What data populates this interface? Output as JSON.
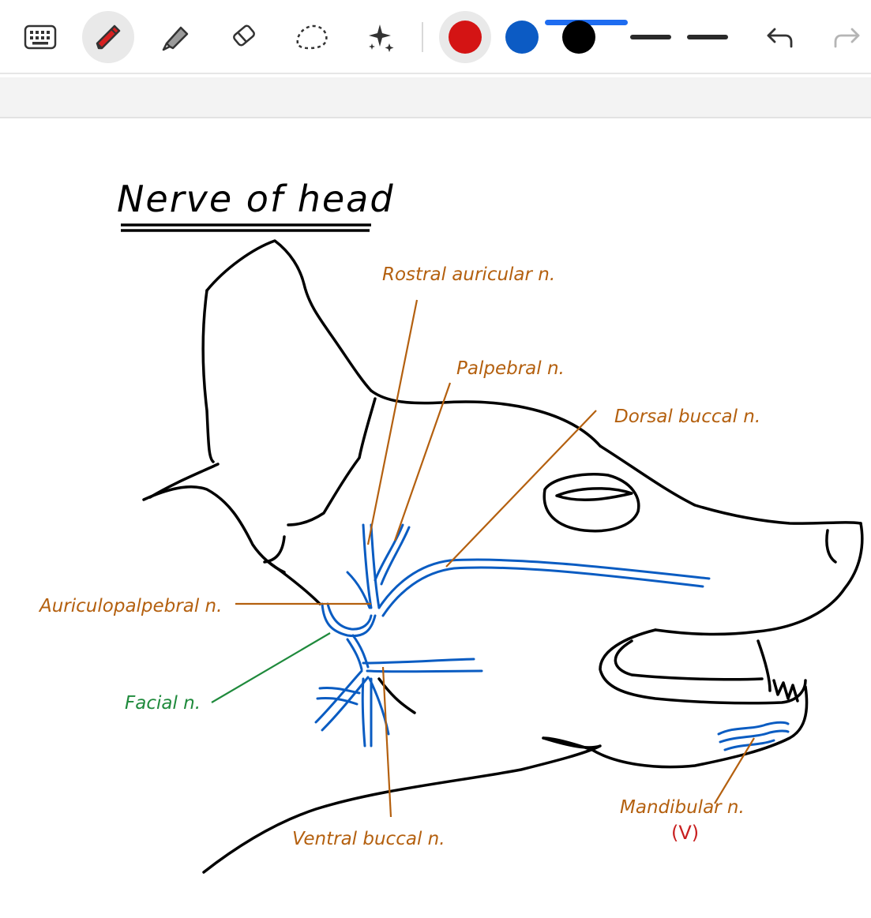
{
  "toolbar": {
    "tools": [
      {
        "name": "keyboard",
        "icon": "keyboard-icon"
      },
      {
        "name": "pen",
        "icon": "pen-icon",
        "active": true,
        "color": "#d62020"
      },
      {
        "name": "highlighter",
        "icon": "highlighter-icon"
      },
      {
        "name": "eraser",
        "icon": "eraser-icon"
      },
      {
        "name": "lasso",
        "icon": "lasso-select-icon"
      },
      {
        "name": "ink-effects",
        "icon": "sparkle-icon"
      }
    ],
    "colors": [
      {
        "name": "red",
        "hex": "#d41414",
        "selected": true
      },
      {
        "name": "blue",
        "hex": "#0c5bc4",
        "selected": false
      },
      {
        "name": "black",
        "hex": "#000000",
        "selected": false
      }
    ],
    "stroke_sizes": [
      "thin",
      "medium"
    ],
    "undo_icon": "undo-icon",
    "redo_icon": "redo-icon",
    "accent": "#1e6cf0"
  },
  "drawing": {
    "title": "Nerve of head",
    "labels": {
      "rostral_auricular": "Rostral auricular n.",
      "palpebral": "Palpebral n.",
      "dorsal_buccal": "Dorsal buccal n.",
      "auriculopalpebral": "Auriculopalpebral n.",
      "facial": "Facial n.",
      "ventral_buccal": "Ventral buccal n.",
      "mandibular": "Mandibular n.",
      "mandibular_sub": "(V)"
    },
    "colors": {
      "outline": "#000000",
      "nerve": "#0a5cc2",
      "label": "#b4600f",
      "facial_label": "#1f8a3c",
      "roman": "#c81f1f"
    }
  }
}
